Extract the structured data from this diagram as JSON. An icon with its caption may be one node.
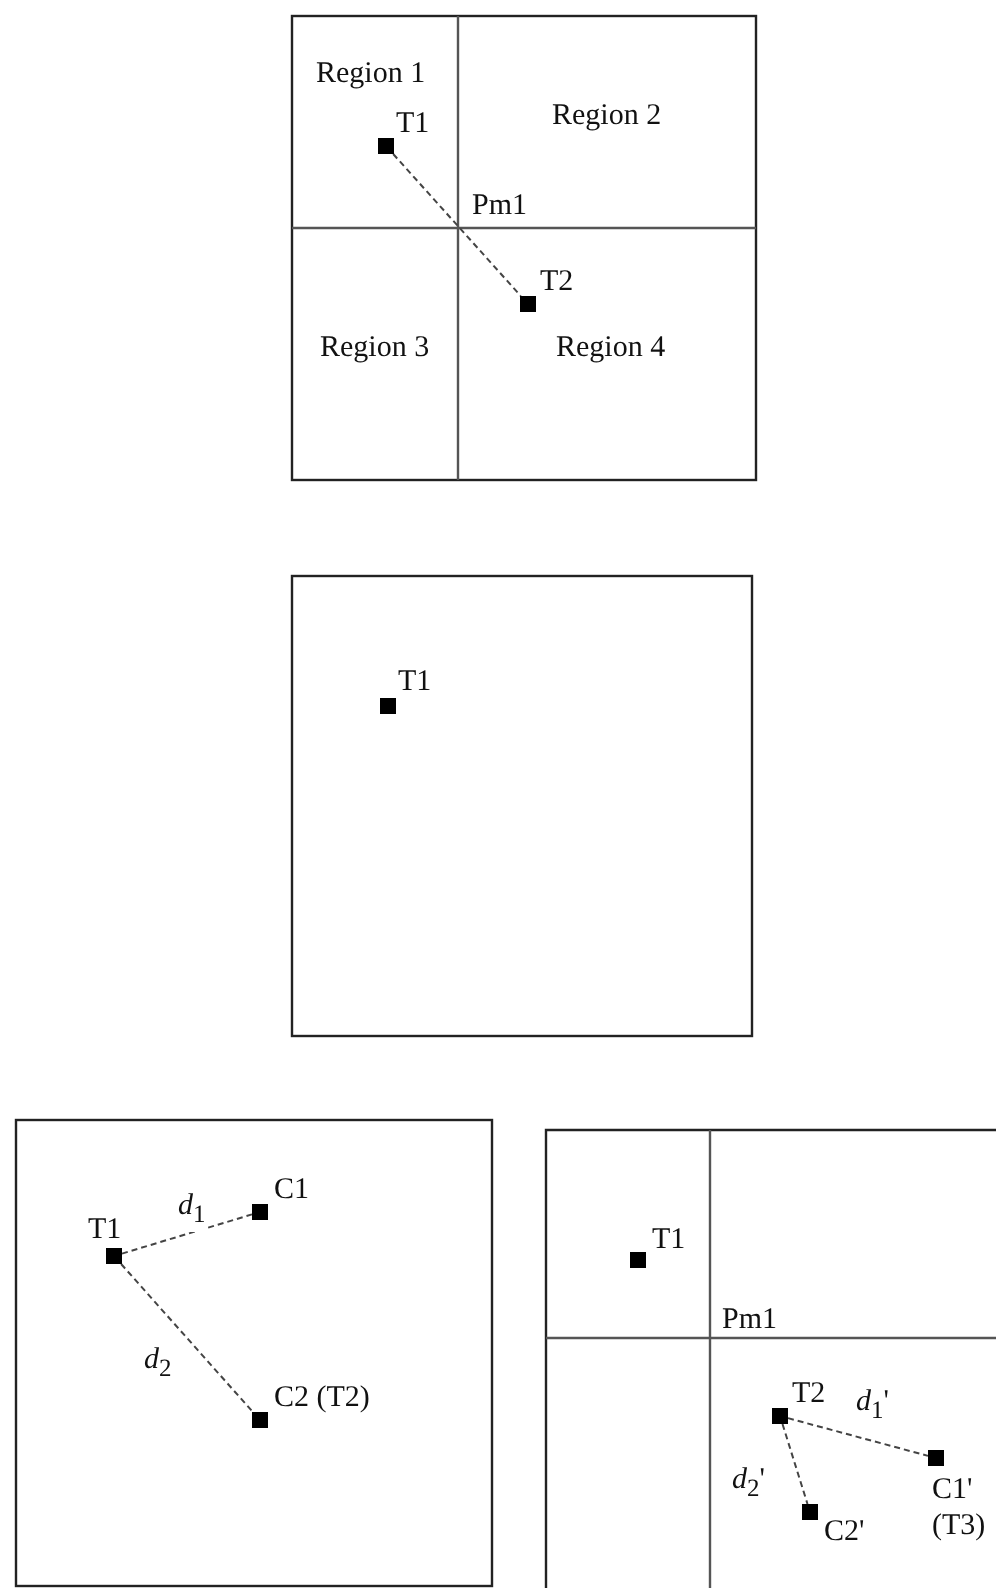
{
  "diagram": {
    "nodes": [
      {
        "text": [
          "T1"
        ]
      },
      {
        "text": [
          "T2"
        ]
      },
      {
        "text": [
          "T1"
        ]
      },
      {
        "text": [
          "T1"
        ]
      },
      {
        "text": [
          "C1"
        ]
      },
      {
        "text": [
          "C2 (T2)"
        ]
      },
      {
        "text": [
          "T1"
        ]
      },
      {
        "text": [
          "T2"
        ]
      },
      {
        "text": [
          "C1' (T3)"
        ]
      },
      {
        "text": [
          "C2'"
        ]
      }
    ],
    "edges": [
      {
        "from": 0,
        "to": 1,
        "arrow": "none",
        "style": "dashed"
      },
      {
        "from": 3,
        "to": 4,
        "arrow": "none",
        "style": "dashed",
        "label": "*d*$_{1}$"
      },
      {
        "from": 3,
        "to": 5,
        "arrow": "none",
        "style": "dashed",
        "label": "*d*$_{2}$"
      },
      {
        "from": 7,
        "to": 8,
        "arrow": "none",
        "style": "dashed",
        "label": "*d*$_{1}$'"
      },
      {
        "from": 7,
        "to": 9,
        "arrow": "none",
        "style": "dashed",
        "label": "*d*$_{2}$'"
      }
    ],
    "labels": [
      "Region 1",
      "Region 2",
      "Pm1",
      "Region 3",
      "Region 4",
      "Pm1"
    ]
  }
}
